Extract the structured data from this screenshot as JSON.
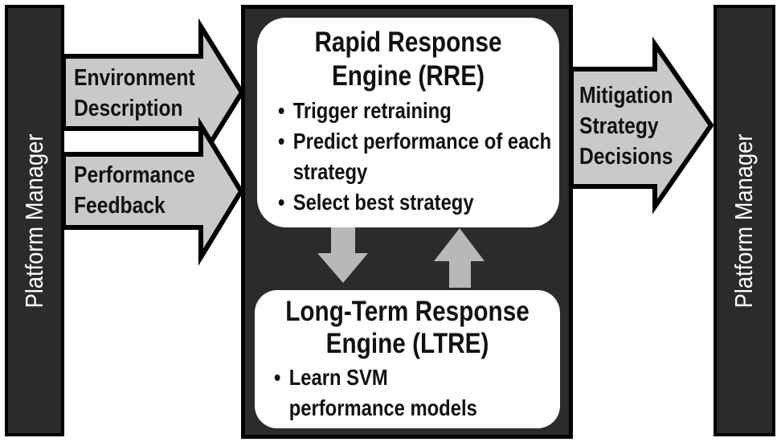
{
  "diagram": {
    "left_bar": {
      "label": "Platform Manager"
    },
    "right_bar": {
      "label": "Platform Manager"
    },
    "bullet_char": "•",
    "input_arrows": [
      {
        "name": "environment-description",
        "lines": [
          "Environment",
          "Description"
        ]
      },
      {
        "name": "performance-feedback",
        "lines": [
          "Performance",
          "Feedback"
        ]
      }
    ],
    "output_arrow": {
      "name": "mitigation-strategy-decisions",
      "lines": [
        "Mitigation",
        "Strategy",
        "Decisions"
      ]
    },
    "rre": {
      "title_lines": [
        "Rapid Response",
        "Engine (RRE)"
      ],
      "bullets": [
        "Trigger retraining",
        "Predict performance of each strategy",
        "Select best strategy"
      ]
    },
    "ltre": {
      "title_lines": [
        "Long-Term Response",
        "Engine (LTRE)"
      ],
      "bullets": [
        "Learn SVM performance models"
      ]
    },
    "internal_arrows": [
      {
        "name": "rre-to-ltre",
        "direction": "down"
      },
      {
        "name": "ltre-to-rre",
        "direction": "up"
      }
    ],
    "colors": {
      "panel_fill": "#2b2b2b",
      "outline": "#000000",
      "arrow_fill": "#c9c9c9",
      "vertical_arrow_fill": "#b8b8b8",
      "box_fill": "#ffffff",
      "text_dark": "#111111",
      "text_light": "#ffffff"
    }
  }
}
